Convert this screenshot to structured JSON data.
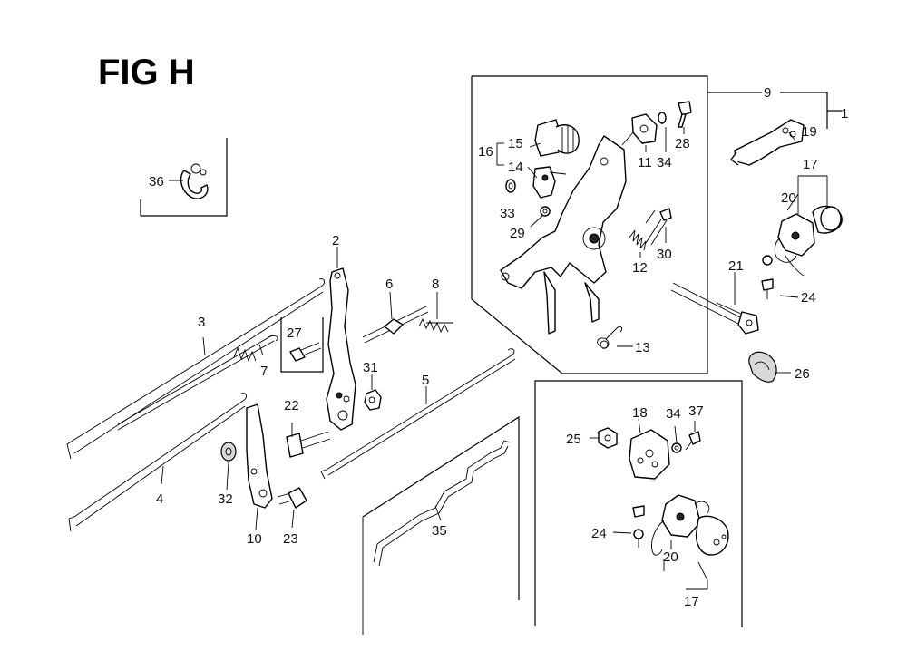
{
  "title": "FIG H",
  "labels": {
    "l1": "1",
    "l2": "2",
    "l3": "3",
    "l4": "4",
    "l5": "5",
    "l6": "6",
    "l7": "7",
    "l8": "8",
    "l9": "9",
    "l10": "10",
    "l11": "11",
    "l12": "12",
    "l13": "13",
    "l14": "14",
    "l15": "15",
    "l16": "16",
    "l17a": "17",
    "l17b": "17",
    "l18": "18",
    "l19": "19",
    "l20a": "20",
    "l20b": "20",
    "l21": "21",
    "l22": "22",
    "l23": "23",
    "l24a": "24",
    "l24b": "24",
    "l25": "25",
    "l26": "26",
    "l27": "27",
    "l28": "28",
    "l29": "29",
    "l30": "30",
    "l31": "31",
    "l32": "32",
    "l33": "33",
    "l34a": "34",
    "l34b": "34",
    "l35": "35",
    "l36": "36",
    "l37": "37"
  }
}
